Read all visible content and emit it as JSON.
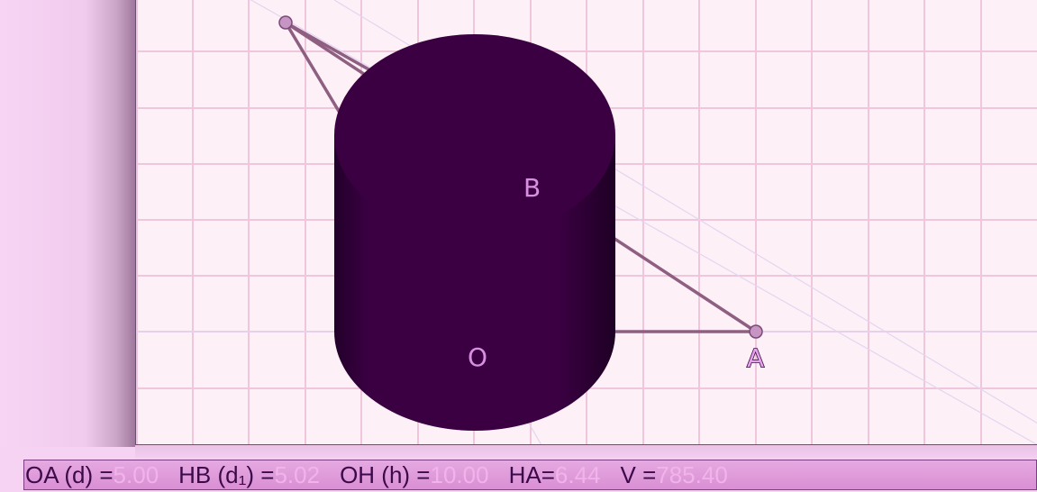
{
  "canvas": {
    "points": {
      "A": "A",
      "B": "B",
      "O": "O"
    }
  },
  "status": {
    "oa_label": "OA (d) =",
    "oa_value": "5.00",
    "hb_label": "HB (d₁) = ",
    "hb_value": "5.02",
    "oh_label": "OH (h) =",
    "oh_value": "10.00",
    "ha_label": "HA=",
    "ha_value": "6.44",
    "v_label": "V = ",
    "v_value": "785.40"
  },
  "colors": {
    "cylinder": "#3a0040",
    "grid": "#efc6dc",
    "segment": "#8e5f80",
    "point": "#c795c4",
    "label": "#e08ce6"
  }
}
